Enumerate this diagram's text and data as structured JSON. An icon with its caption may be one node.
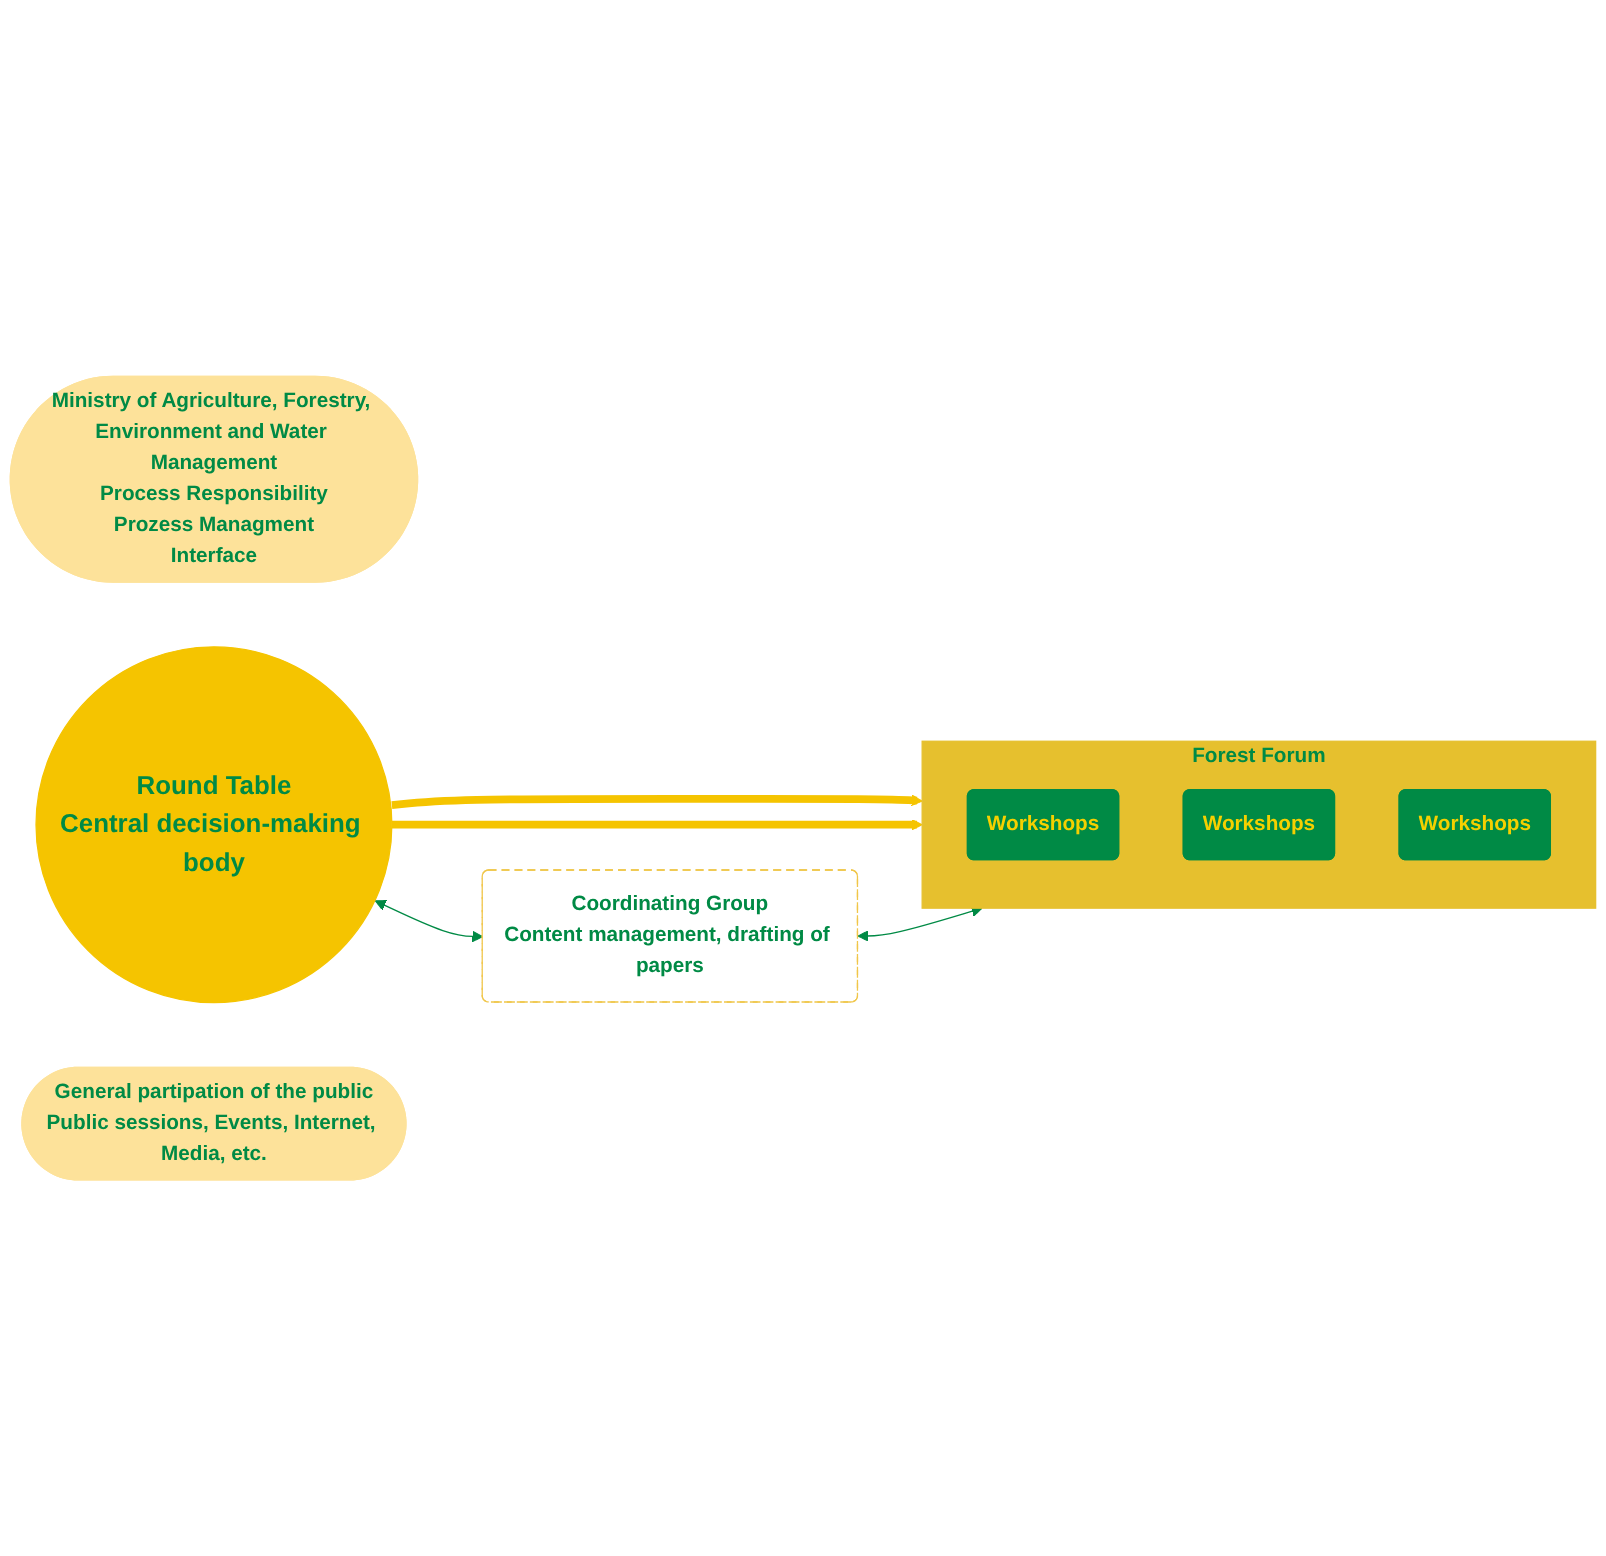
{
  "diagram": {
    "nodes": [
      {
        "text": [
          "Ministry of Agriculture, Forestry, Environment and Water Management",
          "Process Responsibility",
          "Prozess Managment",
          "Interface"
        ]
      },
      {
        "text": [
          "Round Table",
          "Central decision-making body"
        ]
      },
      {
        "text": [
          "Coordinating Group",
          "Content management, drafting of papers"
        ]
      },
      {
        "text": [
          "Forest Forum"
        ]
      },
      {
        "text": [
          "Workshops"
        ],
        "in": 3
      },
      {
        "text": [
          "Workshops"
        ],
        "in": 3
      },
      {
        "text": [
          "Workshops"
        ],
        "in": 3
      },
      {
        "text": [
          "General partipation of the public",
          "Public sessions, Events, Internet, Media, etc."
        ]
      }
    ],
    "edges": [
      {
        "from": 1,
        "to": 3,
        "arrow": "to",
        "style": "thick",
        "color": "#f5c400"
      },
      {
        "from": 1,
        "to": 3,
        "arrow": "to",
        "style": "thick",
        "color": "#f5c400"
      },
      {
        "from": 1,
        "to": 2,
        "arrow": "both",
        "color": "#008a45"
      },
      {
        "from": 2,
        "to": 3,
        "arrow": "both",
        "color": "#008a45"
      }
    ]
  }
}
